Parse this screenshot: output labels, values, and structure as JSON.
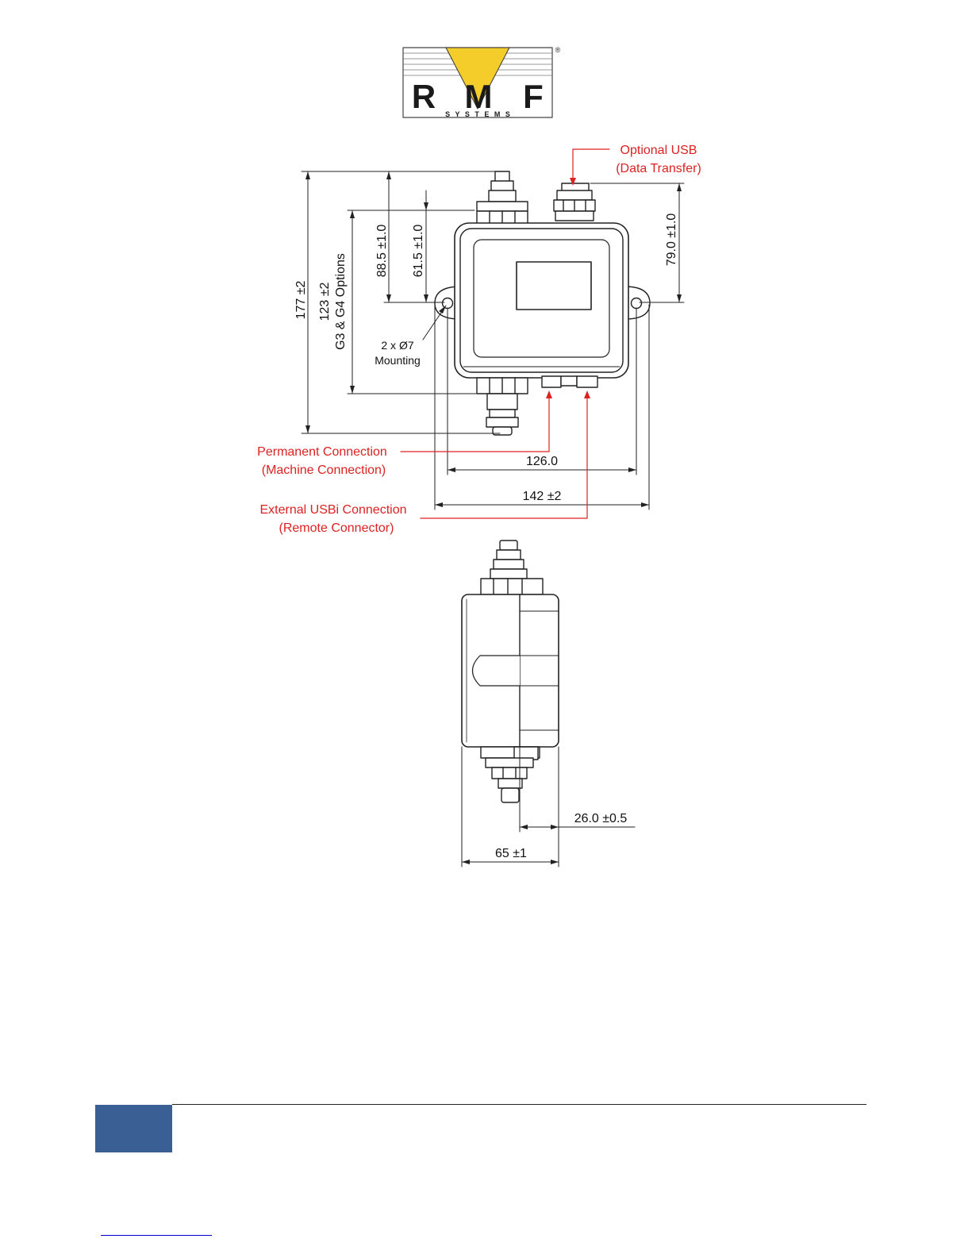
{
  "logo": {
    "letters": [
      "R",
      "M",
      "F"
    ],
    "sub": "S Y S T E M S",
    "registered": "®",
    "color_yellow": "#f5cd2a",
    "color_text": "#1a1a1a"
  },
  "colors": {
    "line": "#222222",
    "callout": "#dd2222",
    "footer_blue": "#3a5f94"
  },
  "front_view": {
    "dim_total_height": "177 ±2",
    "dim_options_height": "123 ±2",
    "dim_options_label": "G3 & G4 Options",
    "dim_upper_1": "88.5 ±1.0",
    "dim_upper_2": "61.5 ±1.0",
    "dim_right": "79.0 ±1.0",
    "dim_width_inner": "126.0",
    "dim_width_outer": "142 ±2",
    "mounting_line1": "2 x Ø7",
    "mounting_line2": "Mounting"
  },
  "callouts": {
    "usb_line1": "Optional USB",
    "usb_line2": "(Data Transfer)",
    "perm_line1": "Permanent Connection",
    "perm_line2": "(Machine Connection)",
    "ext_line1": "External USBi Connection",
    "ext_line2": "(Remote Connector)"
  },
  "side_view": {
    "dim_depth_partial": "26.0 ±0.5",
    "dim_depth_total": "65 ±1"
  }
}
